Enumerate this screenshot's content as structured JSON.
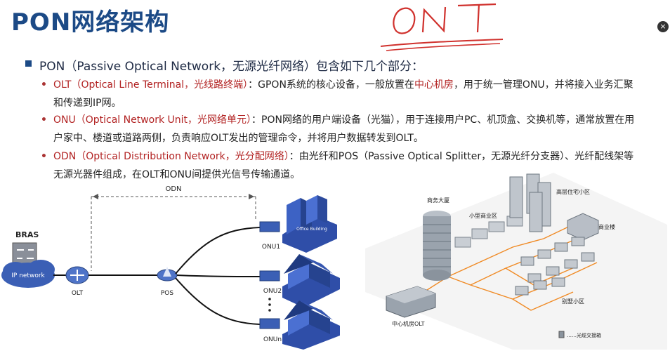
{
  "title": "PON网络架构",
  "intro": "PON（Passive Optical Network，无源光纤网络）包含如下几个部分：",
  "items": [
    {
      "term": "OLT（Optical Line Terminal，光线路终端）",
      "pre": "：GPON系统的核心设备，一般放置在",
      "highlight": "中心机房",
      "post": "，用于统一管理ONU，并将接入业务汇聚和传递到IP网。"
    },
    {
      "term": "ONU（Optical Network Unit，光网络单元）",
      "pre": "：PON网络的用户端设备（光猫），用于连接用户PC、机顶盒、交换机等，通常放置在用户家中、楼道或道路两侧，负责响应OLT发出的管理命令，并将用户数据转发到OLT。",
      "highlight": "",
      "post": ""
    },
    {
      "term": "ODN（Optical Distribution Network，光分配网络）",
      "pre": "：由光纤和POS（Passive Optical Splitter，无源光纤分支器）、光纤配线架等无源光器件组成，在OLT和ONU间提供光信号传输通道。",
      "highlight": "",
      "post": ""
    }
  ],
  "diagram": {
    "odn_label": "ODN",
    "bras_label": "BRAS",
    "ip_network_label": "IP network",
    "olt_label": "OLT",
    "pos_label": "POS",
    "onu1_label": "ONU1",
    "onu2_label": "ONU2",
    "onun_label": "ONUn",
    "office_sign": "Office Building"
  },
  "map": {
    "business_tower": "商务大厦",
    "small_commercial": "小型商业区",
    "highrise": "高层住宅小区",
    "commercial_building": "商业楼",
    "villa": "别墅小区",
    "central_office": "中心机房OLT",
    "legend": "……光缆交接箱"
  },
  "colors": {
    "title": "#1c4a86",
    "term": "#b22222",
    "bullet": "#1c4a86",
    "device_blue": "#3b5fb5",
    "fiber_orange": "#f08a24",
    "ink_red": "#d0312d"
  },
  "icons": [
    "close-icon"
  ]
}
